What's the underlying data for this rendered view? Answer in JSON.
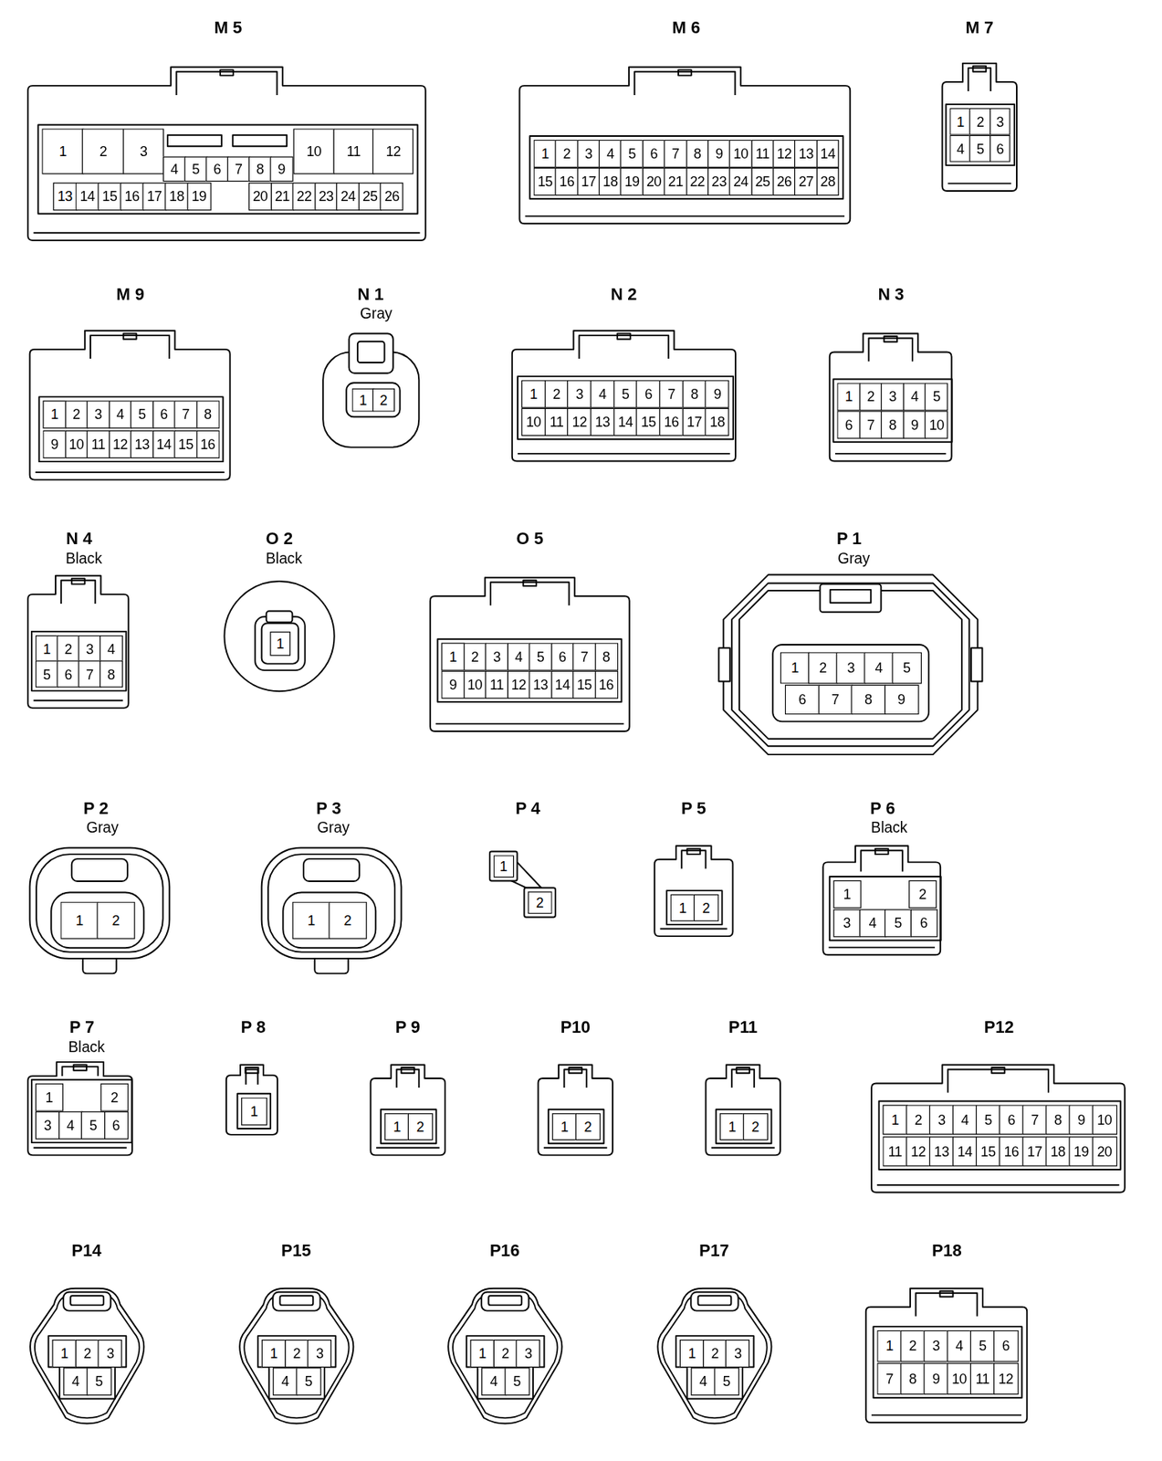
{
  "diagram": {
    "nodes": [
      {
        "text": [
          "M 5"
        ]
      },
      {
        "text": [
          "1"
        ],
        "in": 0
      },
      {
        "text": [
          "2"
        ],
        "in": 0
      },
      {
        "text": [
          "3"
        ],
        "in": 0
      },
      {
        "text": [
          "4"
        ],
        "in": 0
      },
      {
        "text": [
          "5"
        ],
        "in": 0
      },
      {
        "text": [
          "6"
        ],
        "in": 0
      },
      {
        "text": [
          "7"
        ],
        "in": 0
      },
      {
        "text": [
          "8"
        ],
        "in": 0
      },
      {
        "text": [
          "9"
        ],
        "in": 0
      },
      {
        "text": [
          "10"
        ],
        "in": 0
      },
      {
        "text": [
          "11"
        ],
        "in": 0
      },
      {
        "text": [
          "12"
        ],
        "in": 0
      },
      {
        "text": [
          "13"
        ],
        "in": 0
      },
      {
        "text": [
          "14"
        ],
        "in": 0
      },
      {
        "text": [
          "15"
        ],
        "in": 0
      },
      {
        "text": [
          "16"
        ],
        "in": 0
      },
      {
        "text": [
          "17"
        ],
        "in": 0
      },
      {
        "text": [
          "18"
        ],
        "in": 0
      },
      {
        "text": [
          "19"
        ],
        "in": 0
      },
      {
        "text": [
          "20"
        ],
        "in": 0
      },
      {
        "text": [
          "21"
        ],
        "in": 0
      },
      {
        "text": [
          "22"
        ],
        "in": 0
      },
      {
        "text": [
          "23"
        ],
        "in": 0
      },
      {
        "text": [
          "24"
        ],
        "in": 0
      },
      {
        "text": [
          "25"
        ],
        "in": 0
      },
      {
        "text": [
          "26"
        ],
        "in": 0
      },
      {
        "text": [
          "M 6"
        ]
      },
      {
        "text": [
          "1"
        ],
        "in": 27
      },
      {
        "text": [
          "2"
        ],
        "in": 27
      },
      {
        "text": [
          "3"
        ],
        "in": 27
      },
      {
        "text": [
          "4"
        ],
        "in": 27
      },
      {
        "text": [
          "5"
        ],
        "in": 27
      },
      {
        "text": [
          "6"
        ],
        "in": 27
      },
      {
        "text": [
          "7"
        ],
        "in": 27
      },
      {
        "text": [
          "8"
        ],
        "in": 27
      },
      {
        "text": [
          "9"
        ],
        "in": 27
      },
      {
        "text": [
          "10"
        ],
        "in": 27
      },
      {
        "text": [
          "11"
        ],
        "in": 27
      },
      {
        "text": [
          "12"
        ],
        "in": 27
      },
      {
        "text": [
          "13"
        ],
        "in": 27
      },
      {
        "text": [
          "14"
        ],
        "in": 27
      },
      {
        "text": [
          "15"
        ],
        "in": 27
      },
      {
        "text": [
          "16"
        ],
        "in": 27
      },
      {
        "text": [
          "17"
        ],
        "in": 27
      },
      {
        "text": [
          "18"
        ],
        "in": 27
      },
      {
        "text": [
          "19"
        ],
        "in": 27
      },
      {
        "text": [
          "20"
        ],
        "in": 27
      },
      {
        "text": [
          "21"
        ],
        "in": 27
      },
      {
        "text": [
          "22"
        ],
        "in": 27
      },
      {
        "text": [
          "23"
        ],
        "in": 27
      },
      {
        "text": [
          "24"
        ],
        "in": 27
      },
      {
        "text": [
          "25"
        ],
        "in": 27
      },
      {
        "text": [
          "26"
        ],
        "in": 27
      },
      {
        "text": [
          "27"
        ],
        "in": 27
      },
      {
        "text": [
          "28"
        ],
        "in": 27
      },
      {
        "text": [
          "M 7"
        ]
      },
      {
        "text": [
          "1"
        ],
        "in": 56
      },
      {
        "text": [
          "2"
        ],
        "in": 56
      },
      {
        "text": [
          "3"
        ],
        "in": 56
      },
      {
        "text": [
          "4"
        ],
        "in": 56
      },
      {
        "text": [
          "5"
        ],
        "in": 56
      },
      {
        "text": [
          "6"
        ],
        "in": 56
      },
      {
        "text": [
          "M 9"
        ]
      },
      {
        "text": [
          "1"
        ],
        "in": 63
      },
      {
        "text": [
          "2"
        ],
        "in": 63
      },
      {
        "text": [
          "3"
        ],
        "in": 63
      },
      {
        "text": [
          "4"
        ],
        "in": 63
      },
      {
        "text": [
          "5"
        ],
        "in": 63
      },
      {
        "text": [
          "6"
        ],
        "in": 63
      },
      {
        "text": [
          "7"
        ],
        "in": 63
      },
      {
        "text": [
          "8"
        ],
        "in": 63
      },
      {
        "text": [
          "9"
        ],
        "in": 63
      },
      {
        "text": [
          "10"
        ],
        "in": 63
      },
      {
        "text": [
          "11"
        ],
        "in": 63
      },
      {
        "text": [
          "12"
        ],
        "in": 63
      },
      {
        "text": [
          "13"
        ],
        "in": 63
      },
      {
        "text": [
          "14"
        ],
        "in": 63
      },
      {
        "text": [
          "15"
        ],
        "in": 63
      },
      {
        "text": [
          "16"
        ],
        "in": 63
      },
      {
        "text": [
          "N 1",
          "Gray"
        ]
      },
      {
        "text": [
          "1"
        ],
        "in": 80
      },
      {
        "text": [
          "2"
        ],
        "in": 80
      },
      {
        "text": [
          "N 2"
        ]
      },
      {
        "text": [
          "1"
        ],
        "in": 83
      },
      {
        "text": [
          "2"
        ],
        "in": 83
      },
      {
        "text": [
          "3"
        ],
        "in": 83
      },
      {
        "text": [
          "4"
        ],
        "in": 83
      },
      {
        "text": [
          "5"
        ],
        "in": 83
      },
      {
        "text": [
          "6"
        ],
        "in": 83
      },
      {
        "text": [
          "7"
        ],
        "in": 83
      },
      {
        "text": [
          "8"
        ],
        "in": 83
      },
      {
        "text": [
          "9"
        ],
        "in": 83
      },
      {
        "text": [
          "10"
        ],
        "in": 83
      },
      {
        "text": [
          "11"
        ],
        "in": 83
      },
      {
        "text": [
          "12"
        ],
        "in": 83
      },
      {
        "text": [
          "13"
        ],
        "in": 83
      },
      {
        "text": [
          "14"
        ],
        "in": 83
      },
      {
        "text": [
          "15"
        ],
        "in": 83
      },
      {
        "text": [
          "16"
        ],
        "in": 83
      },
      {
        "text": [
          "17"
        ],
        "in": 83
      },
      {
        "text": [
          "18"
        ],
        "in": 83
      },
      {
        "text": [
          "N 3"
        ]
      },
      {
        "text": [
          "1"
        ],
        "in": 102
      },
      {
        "text": [
          "2"
        ],
        "in": 102
      },
      {
        "text": [
          "3"
        ],
        "in": 102
      },
      {
        "text": [
          "4"
        ],
        "in": 102
      },
      {
        "text": [
          "5"
        ],
        "in": 102
      },
      {
        "text": [
          "6"
        ],
        "in": 102
      },
      {
        "text": [
          "7"
        ],
        "in": 102
      },
      {
        "text": [
          "8"
        ],
        "in": 102
      },
      {
        "text": [
          "9"
        ],
        "in": 102
      },
      {
        "text": [
          "10"
        ],
        "in": 102
      },
      {
        "text": [
          "N 4",
          "Black"
        ]
      },
      {
        "text": [
          "1"
        ],
        "in": 113
      },
      {
        "text": [
          "2"
        ],
        "in": 113
      },
      {
        "text": [
          "3"
        ],
        "in": 113
      },
      {
        "text": [
          "4"
        ],
        "in": 113
      },
      {
        "text": [
          "5"
        ],
        "in": 113
      },
      {
        "text": [
          "6"
        ],
        "in": 113
      },
      {
        "text": [
          "7"
        ],
        "in": 113
      },
      {
        "text": [
          "8"
        ],
        "in": 113
      },
      {
        "text": [
          "O 2",
          "Black"
        ]
      },
      {
        "text": [
          "1"
        ],
        "in": 122
      },
      {
        "text": [
          "O 5"
        ]
      },
      {
        "text": [
          "1"
        ],
        "in": 124
      },
      {
        "text": [
          "2"
        ],
        "in": 124
      },
      {
        "text": [
          "3"
        ],
        "in": 124
      },
      {
        "text": [
          "4"
        ],
        "in": 124
      },
      {
        "text": [
          "5"
        ],
        "in": 124
      },
      {
        "text": [
          "6"
        ],
        "in": 124
      },
      {
        "text": [
          "7"
        ],
        "in": 124
      },
      {
        "text": [
          "8"
        ],
        "in": 124
      },
      {
        "text": [
          "9"
        ],
        "in": 124
      },
      {
        "text": [
          "10"
        ],
        "in": 124
      },
      {
        "text": [
          "11"
        ],
        "in": 124
      },
      {
        "text": [
          "12"
        ],
        "in": 124
      },
      {
        "text": [
          "13"
        ],
        "in": 124
      },
      {
        "text": [
          "14"
        ],
        "in": 124
      },
      {
        "text": [
          "15"
        ],
        "in": 124
      },
      {
        "text": [
          "16"
        ],
        "in": 124
      },
      {
        "text": [
          "P 1",
          "Gray"
        ]
      },
      {
        "text": [
          "1"
        ],
        "in": 141
      },
      {
        "text": [
          "2"
        ],
        "in": 141
      },
      {
        "text": [
          "3"
        ],
        "in": 141
      },
      {
        "text": [
          "4"
        ],
        "in": 141
      },
      {
        "text": [
          "5"
        ],
        "in": 141
      },
      {
        "text": [
          "6"
        ],
        "in": 141
      },
      {
        "text": [
          "7"
        ],
        "in": 141
      },
      {
        "text": [
          "8"
        ],
        "in": 141
      },
      {
        "text": [
          "9"
        ],
        "in": 141
      },
      {
        "text": [
          "P 2",
          "Gray"
        ]
      },
      {
        "text": [
          "1"
        ],
        "in": 151
      },
      {
        "text": [
          "2"
        ],
        "in": 151
      },
      {
        "text": [
          "P 3",
          "Gray"
        ]
      },
      {
        "text": [
          "1"
        ],
        "in": 154
      },
      {
        "text": [
          "2"
        ],
        "in": 154
      },
      {
        "text": [
          "P 4"
        ]
      },
      {
        "text": [
          "1"
        ],
        "in": 157
      },
      {
        "text": [
          "2"
        ],
        "in": 157
      },
      {
        "text": [
          "P 5"
        ]
      },
      {
        "text": [
          "1"
        ],
        "in": 160
      },
      {
        "text": [
          "2"
        ],
        "in": 160
      },
      {
        "text": [
          "P 6",
          "Black"
        ]
      },
      {
        "text": [
          "1"
        ],
        "in": 163
      },
      {
        "text": [
          "2"
        ],
        "in": 163
      },
      {
        "text": [
          "3"
        ],
        "in": 163
      },
      {
        "text": [
          "4"
        ],
        "in": 163
      },
      {
        "text": [
          "5"
        ],
        "in": 163
      },
      {
        "text": [
          "6"
        ],
        "in": 163
      },
      {
        "text": [
          "P 7",
          "Black"
        ]
      },
      {
        "text": [
          "1"
        ],
        "in": 170
      },
      {
        "text": [
          "2"
        ],
        "in": 170
      },
      {
        "text": [
          "3"
        ],
        "in": 170
      },
      {
        "text": [
          "4"
        ],
        "in": 170
      },
      {
        "text": [
          "5"
        ],
        "in": 170
      },
      {
        "text": [
          "6"
        ],
        "in": 170
      },
      {
        "text": [
          "P 8"
        ]
      },
      {
        "text": [
          "1"
        ],
        "in": 177
      },
      {
        "text": [
          "P 9"
        ]
      },
      {
        "text": [
          "1"
        ],
        "in": 179
      },
      {
        "text": [
          "2"
        ],
        "in": 179
      },
      {
        "text": [
          "P10"
        ]
      },
      {
        "text": [
          "1"
        ],
        "in": 182
      },
      {
        "text": [
          "2"
        ],
        "in": 182
      },
      {
        "text": [
          "P11"
        ]
      },
      {
        "text": [
          "1"
        ],
        "in": 185
      },
      {
        "text": [
          "2"
        ],
        "in": 185
      },
      {
        "text": [
          "P12"
        ]
      },
      {
        "text": [
          "1"
        ],
        "in": 188
      },
      {
        "text": [
          "2"
        ],
        "in": 188
      },
      {
        "text": [
          "3"
        ],
        "in": 188
      },
      {
        "text": [
          "4"
        ],
        "in": 188
      },
      {
        "text": [
          "5"
        ],
        "in": 188
      },
      {
        "text": [
          "6"
        ],
        "in": 188
      },
      {
        "text": [
          "7"
        ],
        "in": 188
      },
      {
        "text": [
          "8"
        ],
        "in": 188
      },
      {
        "text": [
          "9"
        ],
        "in": 188
      },
      {
        "text": [
          "10"
        ],
        "in": 188
      },
      {
        "text": [
          "11"
        ],
        "in": 188
      },
      {
        "text": [
          "12"
        ],
        "in": 188
      },
      {
        "text": [
          "13"
        ],
        "in": 188
      },
      {
        "text": [
          "14"
        ],
        "in": 188
      },
      {
        "text": [
          "15"
        ],
        "in": 188
      },
      {
        "text": [
          "16"
        ],
        "in": 188
      },
      {
        "text": [
          "17"
        ],
        "in": 188
      },
      {
        "text": [
          "18"
        ],
        "in": 188
      },
      {
        "text": [
          "19"
        ],
        "in": 188
      },
      {
        "text": [
          "20"
        ],
        "in": 188
      },
      {
        "text": [
          "P14"
        ]
      },
      {
        "text": [
          "1"
        ],
        "in": 209
      },
      {
        "text": [
          "2"
        ],
        "in": 209
      },
      {
        "text": [
          "3"
        ],
        "in": 209
      },
      {
        "text": [
          "4"
        ],
        "in": 209
      },
      {
        "text": [
          "5"
        ],
        "in": 209
      },
      {
        "text": [
          "P15"
        ]
      },
      {
        "text": [
          "1"
        ],
        "in": 215
      },
      {
        "text": [
          "2"
        ],
        "in": 215
      },
      {
        "text": [
          "3"
        ],
        "in": 215
      },
      {
        "text": [
          "4"
        ],
        "in": 215
      },
      {
        "text": [
          "5"
        ],
        "in": 215
      },
      {
        "text": [
          "P16"
        ]
      },
      {
        "text": [
          "1"
        ],
        "in": 221
      },
      {
        "text": [
          "2"
        ],
        "in": 221
      },
      {
        "text": [
          "3"
        ],
        "in": 221
      },
      {
        "text": [
          "4"
        ],
        "in": 221
      },
      {
        "text": [
          "5"
        ],
        "in": 221
      },
      {
        "text": [
          "P17"
        ]
      },
      {
        "text": [
          "1"
        ],
        "in": 227
      },
      {
        "text": [
          "2"
        ],
        "in": 227
      },
      {
        "text": [
          "3"
        ],
        "in": 227
      },
      {
        "text": [
          "4"
        ],
        "in": 227
      },
      {
        "text": [
          "5"
        ],
        "in": 227
      },
      {
        "text": [
          "P18"
        ]
      },
      {
        "text": [
          "1"
        ],
        "in": 233
      },
      {
        "text": [
          "2"
        ],
        "in": 233
      },
      {
        "text": [
          "3"
        ],
        "in": 233
      },
      {
        "text": [
          "4"
        ],
        "in": 233
      },
      {
        "text": [
          "5"
        ],
        "in": 233
      },
      {
        "text": [
          "6"
        ],
        "in": 233
      },
      {
        "text": [
          "7"
        ],
        "in": 233
      },
      {
        "text": [
          "8"
        ],
        "in": 233
      },
      {
        "text": [
          "9"
        ],
        "in": 233
      },
      {
        "text": [
          "10"
        ],
        "in": 233
      },
      {
        "text": [
          "11"
        ],
        "in": 233
      },
      {
        "text": [
          "12"
        ],
        "in": 233
      }
    ]
  }
}
